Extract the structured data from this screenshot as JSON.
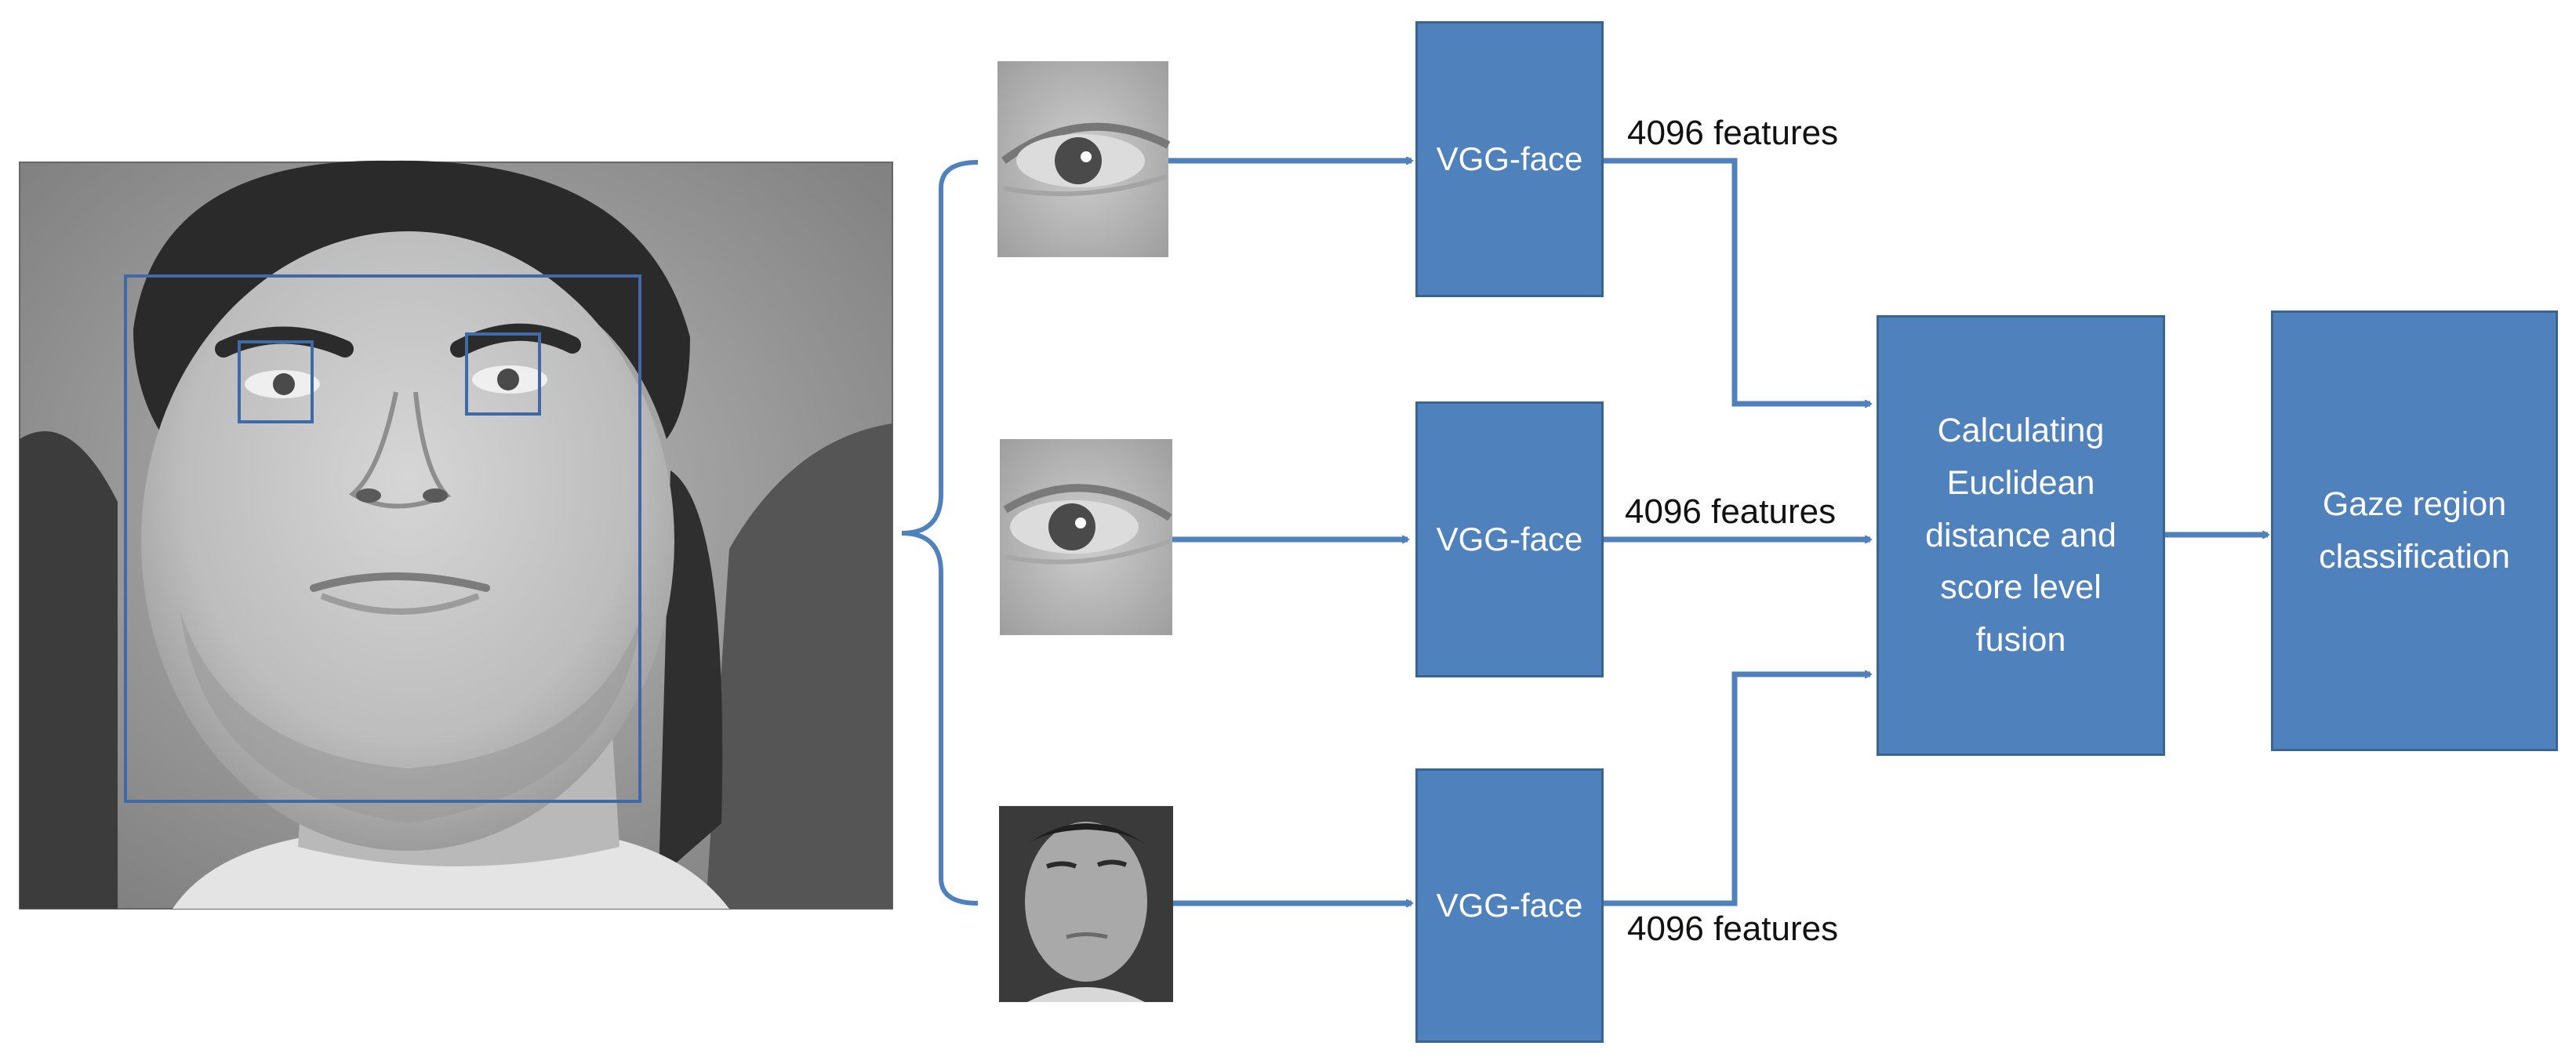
{
  "colors": {
    "box_fill": "#4f81bd",
    "box_border": "#3a6491",
    "box_text": "#ffffff",
    "connector": "#4f81bd",
    "label_text": "#111111",
    "roi_box": "#3f6aa8"
  },
  "inputs": {
    "face_photo": "face-photo-icon",
    "left_eye_crop": "eye-crop-icon",
    "right_eye_crop": "eye-crop-icon",
    "face_crop": "face-crop-icon"
  },
  "branches": [
    {
      "network_label": "VGG-face",
      "feature_label": "4096 features"
    },
    {
      "network_label": "VGG-face",
      "feature_label": "4096 features"
    },
    {
      "network_label": "VGG-face",
      "feature_label": "4096 features"
    }
  ],
  "fusion": {
    "label": "Calculating Euclidean distance and score level fusion"
  },
  "output": {
    "label": "Gaze region classification"
  }
}
